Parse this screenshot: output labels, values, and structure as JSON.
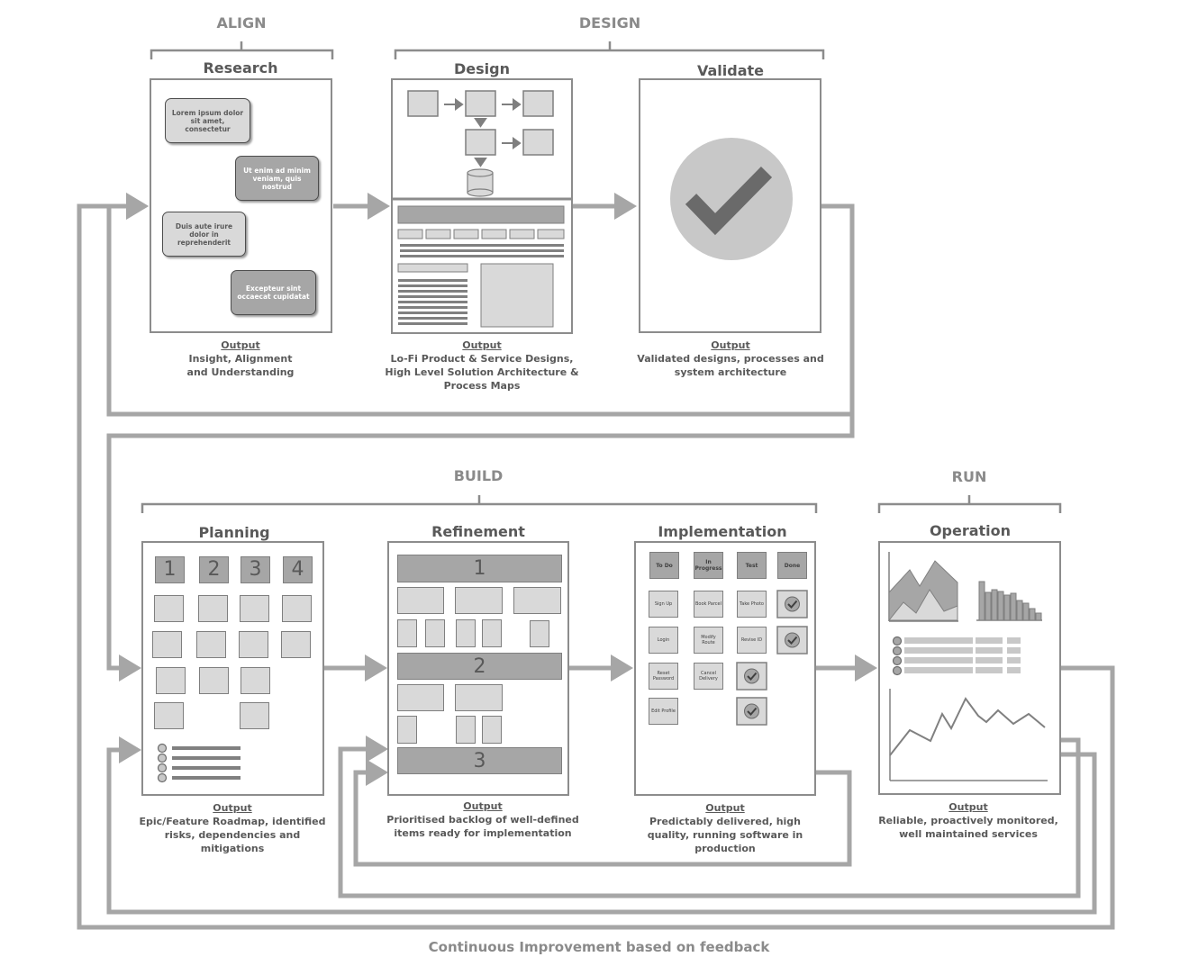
{
  "phases": {
    "align": "ALIGN",
    "design": "DESIGN",
    "build": "BUILD",
    "run": "RUN"
  },
  "stages": {
    "research": {
      "title": "Research",
      "output_label": "Output",
      "output_text": "Insight, Alignment\nand Understanding",
      "bubbles": [
        "Lorem ipsum dolor sit amet, consectetur",
        "Ut enim ad minim veniam, quis nostrud",
        "Duis aute irure dolor in reprehenderit",
        "Excepteur sint occaecat cupidatat"
      ]
    },
    "design": {
      "title": "Design",
      "output_label": "Output",
      "output_text": "Lo-Fi Product & Service Designs,\nHigh Level Solution Architecture &\nProcess Maps"
    },
    "validate": {
      "title": "Validate",
      "output_label": "Output",
      "output_text": "Validated designs, processes and\nsystem architecture"
    },
    "planning": {
      "title": "Planning",
      "output_label": "Output",
      "output_text": "Epic/Feature Roadmap, identified\nrisks, dependencies and\nmitigations",
      "numbers": [
        "1",
        "2",
        "3",
        "4"
      ]
    },
    "refinement": {
      "title": "Refinement",
      "output_label": "Output",
      "output_text": "Prioritised backlog of well-defined\nitems ready for implementation",
      "numbers": [
        "1",
        "2",
        "3"
      ]
    },
    "implementation": {
      "title": "Implementation",
      "output_label": "Output",
      "output_text": "Predictably delivered, high\nquality, running software in\nproduction",
      "columns": [
        "To Do",
        "In Progress",
        "Test",
        "Done"
      ],
      "cards": [
        "Sign Up",
        "Book Parcel",
        "Take Photo",
        "Login",
        "Modify Route",
        "Revise ID",
        "Reset Password",
        "Cancel Delivery",
        "Edit Profile"
      ]
    },
    "operation": {
      "title": "Operation",
      "output_label": "Output",
      "output_text": "Reliable, proactively monitored,\nwell maintained services"
    }
  },
  "footer": "Continuous Improvement based on feedback",
  "colors": {
    "line": "#a6a6a6",
    "frame": "#8c8c8c",
    "text": "#595959",
    "phase": "#8a8a8a",
    "fill": "#d9d9d9",
    "dark_fill": "#a6a6a6"
  }
}
